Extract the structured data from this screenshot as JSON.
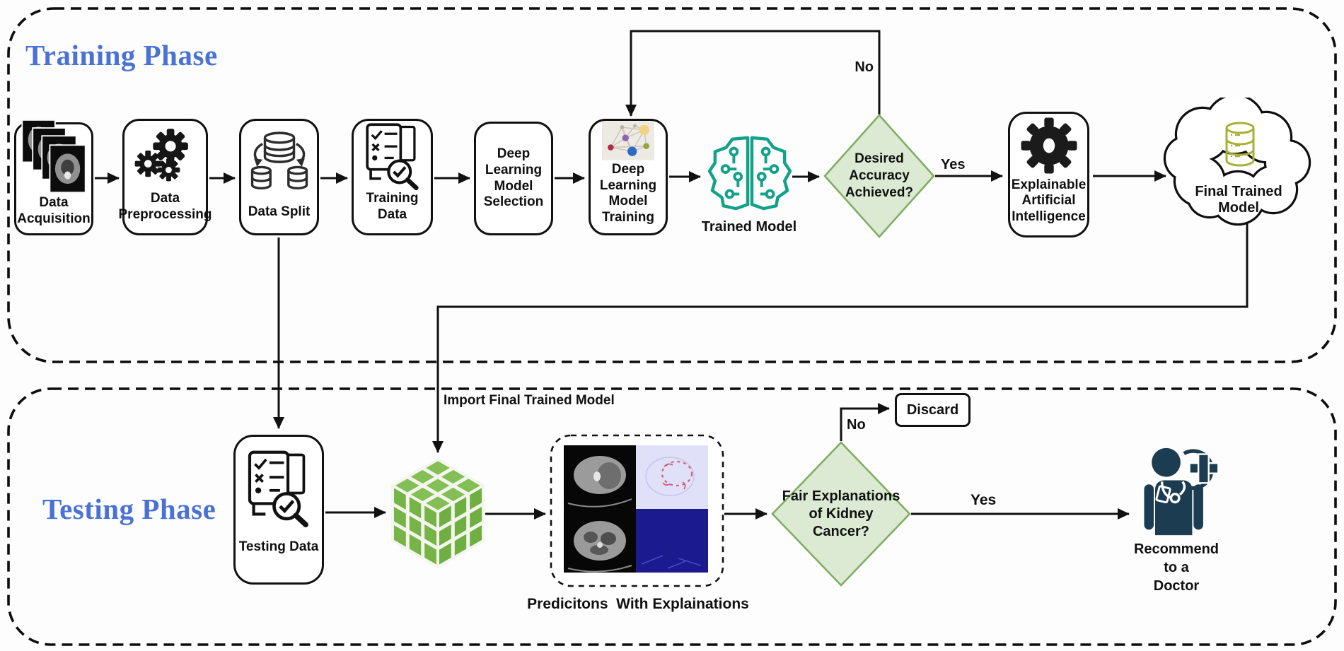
{
  "colors": {
    "phase_title_blue": "#4a72d4",
    "diamond_fill": "#dcead4",
    "diamond_border": "#7fae62",
    "brain_teal": "#12a189",
    "cloud_db_olive": "#a6b235",
    "cube_green": "#7cb94d",
    "doctor_navy": "#1c3c52",
    "line_black": "#111111"
  },
  "icons": {
    "data_acquisition": "ct-scan-stack-icon",
    "data_preprocessing": "gears-icon",
    "data_split": "database-split-icon",
    "training_data": "checklist-search-icon",
    "model_training": "neural-network-graph-icon",
    "trained_model": "circuit-brain-icon",
    "xai": "gear-icon",
    "final_model": "cloud-database-icon",
    "testing_data": "checklist-search-icon",
    "model_cube": "green-cube-icon",
    "recommend": "doctor-plus-icon"
  },
  "training": {
    "title": "Training Phase",
    "data_acquisition": "Data\nAcquisition",
    "data_preprocessing": "Data\nPreprocessing",
    "data_split": "Data Split",
    "training_data": "Training\nData",
    "model_selection": "Deep\nLearning\nModel\nSelection",
    "model_training": "Deep\nLearning\nModel\nTraining",
    "trained_model": "Trained Model",
    "accuracy_question": "Desired\nAccuracy\nAchieved?",
    "no_label": "No",
    "yes_label": "Yes",
    "xai": "Explainable\nArtificial\nIntelligence",
    "final_model": "Final Trained Model"
  },
  "testing": {
    "title": "Testing Phase",
    "testing_data": "Testing Data",
    "import_label": "Import Final Trained Model",
    "predictions_caption": "Predicitons  With Explainations",
    "fair_question": "Fair Explanations\nof Kidney\nCancer?",
    "no_label": "No",
    "yes_label": "Yes",
    "discard": "Discard",
    "recommend": "Recommend\nto a\nDoctor"
  }
}
